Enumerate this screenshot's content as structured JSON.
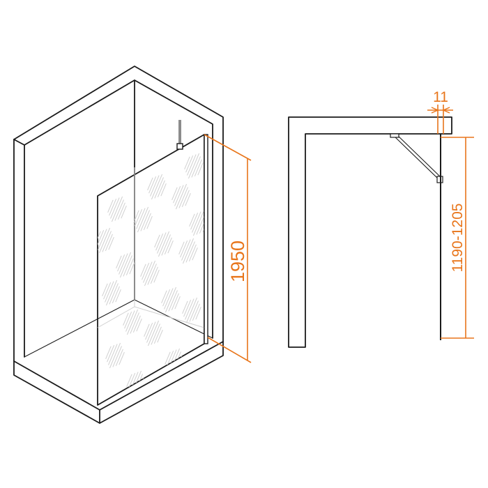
{
  "diagram": {
    "accent_color": "#e8751a",
    "line_color": "#1a1a1a",
    "iso_view": {
      "height_dimension": "1950"
    },
    "section_view": {
      "thickness_dimension": "11",
      "bracket_dimension": "1190-1205"
    }
  }
}
